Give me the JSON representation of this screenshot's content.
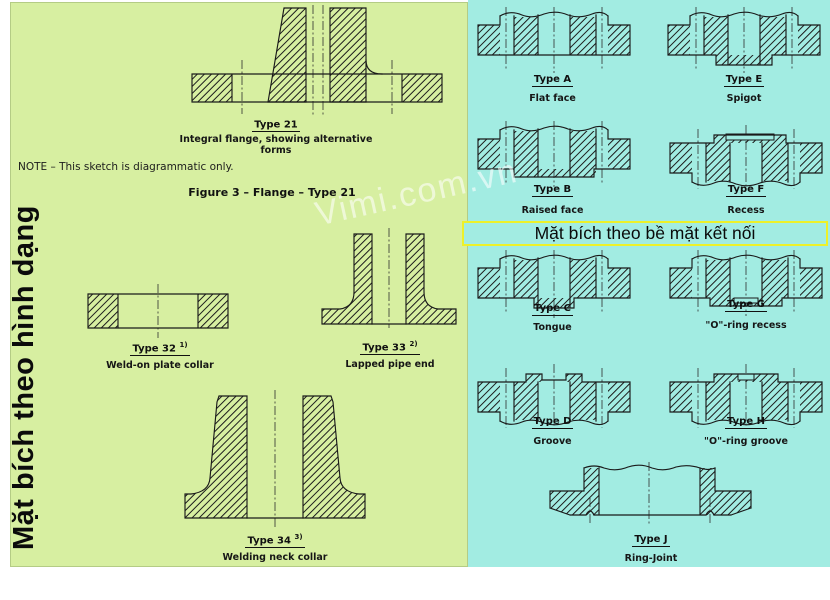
{
  "watermark": "Vimi.com.vn",
  "colors": {
    "left_panel_bg": "#d7efa1",
    "right_panel_bg": "#a2ece2",
    "banner_border": "#edf129",
    "line_color": "#1a1a1a"
  },
  "left_panel": {
    "vertical_title": "Mặt bích theo hình dạng",
    "note": "NOTE – This sketch is diagrammatic only.",
    "figure_caption": "Figure 3 – Flange – Type 21",
    "drawings": [
      {
        "label": "Type 21",
        "sup": "",
        "caption": "Integral flange, showing alternative forms"
      },
      {
        "label": "Type 32",
        "sup": "1)",
        "caption": "Weld-on plate collar"
      },
      {
        "label": "Type 33",
        "sup": "2)",
        "caption": "Lapped pipe end"
      },
      {
        "label": "Type 34",
        "sup": "3)",
        "caption": "Welding neck collar"
      }
    ]
  },
  "right_panel": {
    "banner": "Mặt bích theo bề mặt kết nối",
    "drawings": [
      {
        "label": "Type A",
        "caption": "Flat face"
      },
      {
        "label": "Type E",
        "caption": "Spigot"
      },
      {
        "label": "Type B",
        "caption": "Raised face"
      },
      {
        "label": "Type F",
        "caption": "Recess"
      },
      {
        "label": "Type C",
        "caption": "Tongue"
      },
      {
        "label": "Type G",
        "caption": "\"O\"-ring recess"
      },
      {
        "label": "Type D",
        "caption": "Groove"
      },
      {
        "label": "Type H",
        "caption": "\"O\"-ring groove"
      },
      {
        "label": "Type J",
        "caption": "Ring-Joint"
      }
    ]
  }
}
